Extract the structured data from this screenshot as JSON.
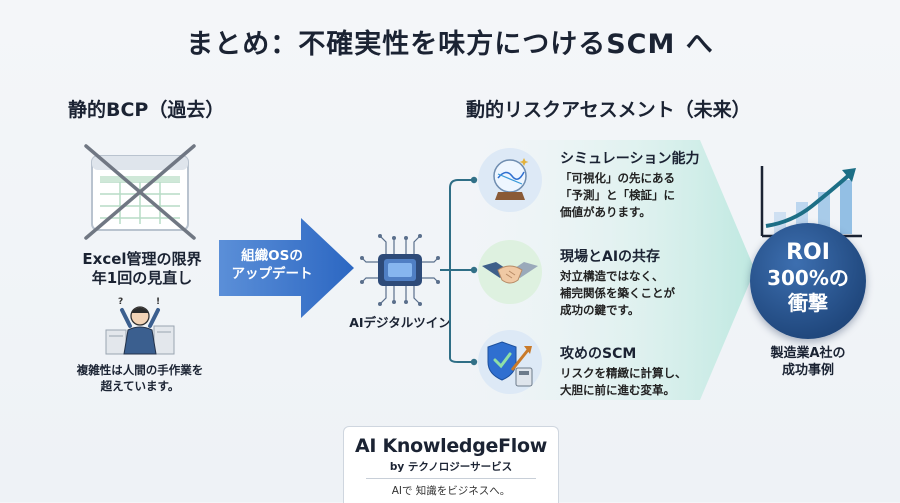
{
  "title": "まとめ：不確実性を味方につけるSCM へ",
  "left": {
    "heading": "静的BCP（過去）",
    "excel_caption_line1": "Excel管理の限界",
    "excel_caption_line2": "年1回の見直し",
    "worker_caption_line1": "複雑性は人間の手作業を",
    "worker_caption_line2": "超えています。"
  },
  "arrow": {
    "line1": "組織OSの",
    "line2": "アップデート"
  },
  "twin": {
    "label": "AIデジタルツイン"
  },
  "right": {
    "heading": "動的リスクアセスメント（未来）",
    "features": [
      {
        "title": "シミュレーション能力",
        "lines": [
          "「可視化」の先にある",
          "「予測」と「検証」に",
          "価値があります。"
        ]
      },
      {
        "title": "現場とAIの共存",
        "lines": [
          "対立構造ではなく、",
          "補完関係を築くことが",
          "成功の鍵です。"
        ]
      },
      {
        "title": "攻めのSCM",
        "lines": [
          "リスクを精緻に計算し、",
          "大胆に前に進む変革。"
        ]
      }
    ]
  },
  "roi": {
    "line1": "ROI",
    "line2": "300%の",
    "line3": "衝撃",
    "caption_line1": "製造業A社の",
    "caption_line2": "成功事例"
  },
  "logo": {
    "name": "AI KnowledgeFlow",
    "by": "by テクノロジーサービス",
    "tagline": "AIで 知識をビジネスへ。"
  },
  "colors": {
    "navy": "#21497f",
    "arrow_blue": "#2f6fd0",
    "accent_teal": "#1e8f8a"
  }
}
